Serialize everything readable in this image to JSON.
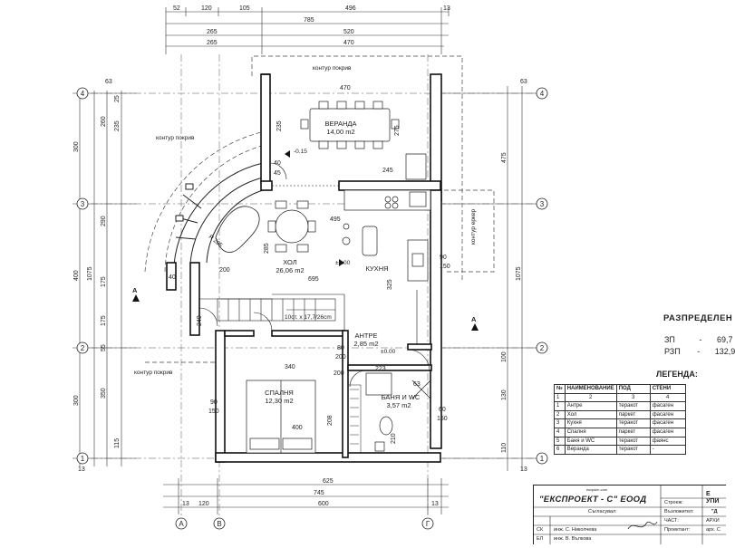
{
  "drawing": {
    "dims_top_row1": [
      "52",
      "120",
      "105",
      "496",
      "13"
    ],
    "dims_top_row2": "785",
    "dims_top_row3": [
      "265",
      "520"
    ],
    "dims_top_row4": [
      "265",
      "470"
    ],
    "dims_bottom": [
      "625",
      "745",
      "600"
    ],
    "dims_bottom_small": [
      "13",
      "120",
      "13"
    ],
    "dims_left_outer": [
      "300",
      "400",
      "300"
    ],
    "dims_left_total": "1075",
    "dims_left_inner": [
      "260",
      "235",
      "290",
      "175",
      "175",
      "55",
      "350",
      "115"
    ],
    "dims_left_small": [
      "63",
      "25",
      "13"
    ],
    "dims_right": [
      "475",
      "1075",
      "130",
      "100",
      "110"
    ],
    "dims_right_small": [
      "63",
      "13"
    ],
    "interior_dims": [
      "470",
      "235",
      "275",
      "245",
      "40",
      "45",
      "495",
      "285",
      "200",
      "695",
      "325",
      "90",
      "150",
      "40",
      "200",
      "240",
      "340",
      "400",
      "208",
      "90",
      "150",
      "223",
      "63",
      "80",
      "200",
      "60",
      "150",
      "210"
    ],
    "axes_rows": [
      "4",
      "3",
      "2",
      "1"
    ],
    "axes_cols": [
      "A",
      "B",
      "Г"
    ],
    "labels": {
      "roof_top": "контур покрив",
      "roof_left": "контур покрив",
      "roof_bottom": "контур покрив",
      "roof_right": "контур еркер",
      "level_terrace": "-0.15",
      "level_hall": "±0.00",
      "level_antre": "±0.00",
      "stair": "10ст. х 17,7/26cm",
      "radius": "R 285",
      "arrow_a": "A"
    },
    "rooms": [
      {
        "name": "ВЕРАНДА",
        "area": "14,00 m2"
      },
      {
        "name": "ХОЛ",
        "area": "26,06 m2"
      },
      {
        "name": "КУХНЯ",
        "area": ""
      },
      {
        "name": "АНТРЕ",
        "area": "2,85 m2"
      },
      {
        "name": "СПАЛНЯ",
        "area": "12,30 m2"
      },
      {
        "name": "БАНЯ И WC",
        "area": "3,57 m2"
      }
    ]
  },
  "distribution": {
    "title": "РАЗПРЕДЕЛЕН",
    "rows": [
      {
        "label": "ЗП",
        "sep": "-",
        "value": "69,7"
      },
      {
        "label": "РЗП",
        "sep": "-",
        "value": "132,9"
      }
    ]
  },
  "legend": {
    "title": "ЛЕГЕНДА:",
    "headers": [
      "№",
      "НАИМЕНОВАНИЕ",
      "ПОД",
      "СТЕНИ"
    ],
    "col_nums": [
      "1",
      "2",
      "3",
      "4"
    ],
    "rows": [
      [
        "1",
        "Антре",
        "теракот",
        "фасаген"
      ],
      [
        "2",
        "Хол",
        "паркет",
        "фасаген"
      ],
      [
        "3",
        "Кухня",
        "теракот",
        "фасаген"
      ],
      [
        "4",
        "Спалня",
        "паркет",
        "фасаген"
      ],
      [
        "5",
        "Баня и WC",
        "теракот",
        "фаянс"
      ],
      [
        "6",
        "Веранда",
        "теракот",
        "-"
      ]
    ]
  },
  "title_block": {
    "firm": "\"ЕКСПРОЕКТ - С\" ЕООД",
    "firm_small": "ексрsim.com",
    "agreed": "Съгласувал:",
    "sk_label": "СК",
    "sk_name": "инж. С. Николчева",
    "el_label": "ЕЛ",
    "el_name": "инж. В. Вълкова",
    "building_label": "Строеж:",
    "building_value": "Е УПИ",
    "investor_label": "Възложител:",
    "investor_value": "\"Д",
    "part_label": "ЧАСТ:",
    "part_value": "АРХИ",
    "designer_label": "Проектант:",
    "designer_value": "арх. С"
  }
}
